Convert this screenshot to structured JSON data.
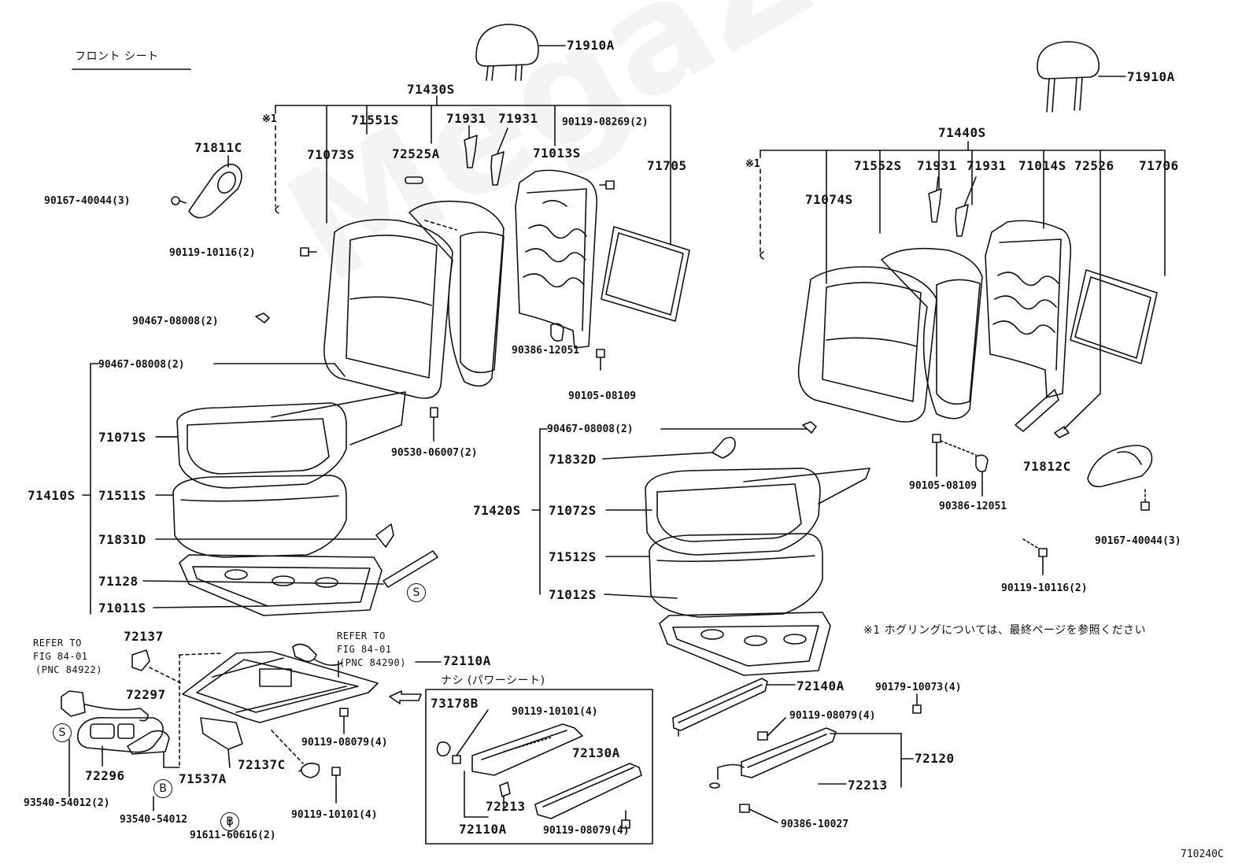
{
  "section_title": "フロント シート",
  "footnote": "※1 ホグリングについては、最終ページを参照ください",
  "fig_code": "710240C",
  "watermark": "MegaZip.ru",
  "circle_marks": {
    "s": "S",
    "b": "B"
  },
  "refer": {
    "left": {
      "line1": "REFER TO",
      "line2": "FIG 84-01",
      "line3": "(PNC 84922)"
    },
    "mid": {
      "line1": "REFER TO",
      "line2": "FIG 84-01",
      "line3": "(PNC 84290)"
    }
  },
  "no_power": "ナシ (パワーシート)",
  "mark1": "※1",
  "labels": {
    "p71910A_l": "71910A",
    "p71910A_r": "71910A",
    "p71430S": "71430S",
    "p71440S": "71440S",
    "p71551S": "71551S",
    "p71552S": "71552S",
    "p71931a": "71931",
    "p71931b": "71931",
    "p71931c": "71931",
    "p71931d": "71931",
    "p90119_08269": "90119-08269(2)",
    "p71811C": "71811C",
    "p71812C": "71812C",
    "p71073S": "71073S",
    "p71074S": "71074S",
    "p72525A": "72525A",
    "p72526": "72526",
    "p71013S": "71013S",
    "p71014S": "71014S",
    "p71705": "71705",
    "p71706": "71706",
    "p90167_l": "90167-40044(3)",
    "p90167_r": "90167-40044(3)",
    "p90119_10116_l": "90119-10116(2)",
    "p90119_10116_r": "90119-10116(2)",
    "p90467_a": "90467-08008(2)",
    "p90467_b": "90467-08008(2)",
    "p90467_c": "90467-08008(2)",
    "p90386_12051_l": "90386-12051",
    "p90386_12051_r": "90386-12051",
    "p90105_l": "90105-08109",
    "p90105_r": "90105-08109",
    "p71071S": "71071S",
    "p71072S": "71072S",
    "p90530": "90530-06007(2)",
    "p71410S": "71410S",
    "p71420S": "71420S",
    "p71511S": "71511S",
    "p71512S": "71512S",
    "p71832D": "71832D",
    "p71831D": "71831D",
    "p71128": "71128",
    "p71011S": "71011S",
    "p71012S": "71012S",
    "p72137": "72137",
    "p72137C": "72137C",
    "p72110A_t": "72110A",
    "p72110A_b": "72110A",
    "p72297": "72297",
    "p72296": "72296",
    "p71537A": "71537A",
    "p93540_a": "93540-54012(2)",
    "p93540_b": "93540-54012",
    "p91611": "91611-60616(2)",
    "p90119_08079_a": "90119-08079(4)",
    "p90119_08079_b": "90119-08079(4)",
    "p90119_08079_c": "90119-08079(4)",
    "p90119_10101_a": "90119-10101(4)",
    "p90119_10101_b": "90119-10101(4)",
    "p73178B": "73178B",
    "p72130A": "72130A",
    "p72213_a": "72213",
    "p72213_b": "72213",
    "p72140A": "72140A",
    "p90179": "90179-10073(4)",
    "p72120": "72120",
    "p90386_10027": "90386-10027"
  }
}
